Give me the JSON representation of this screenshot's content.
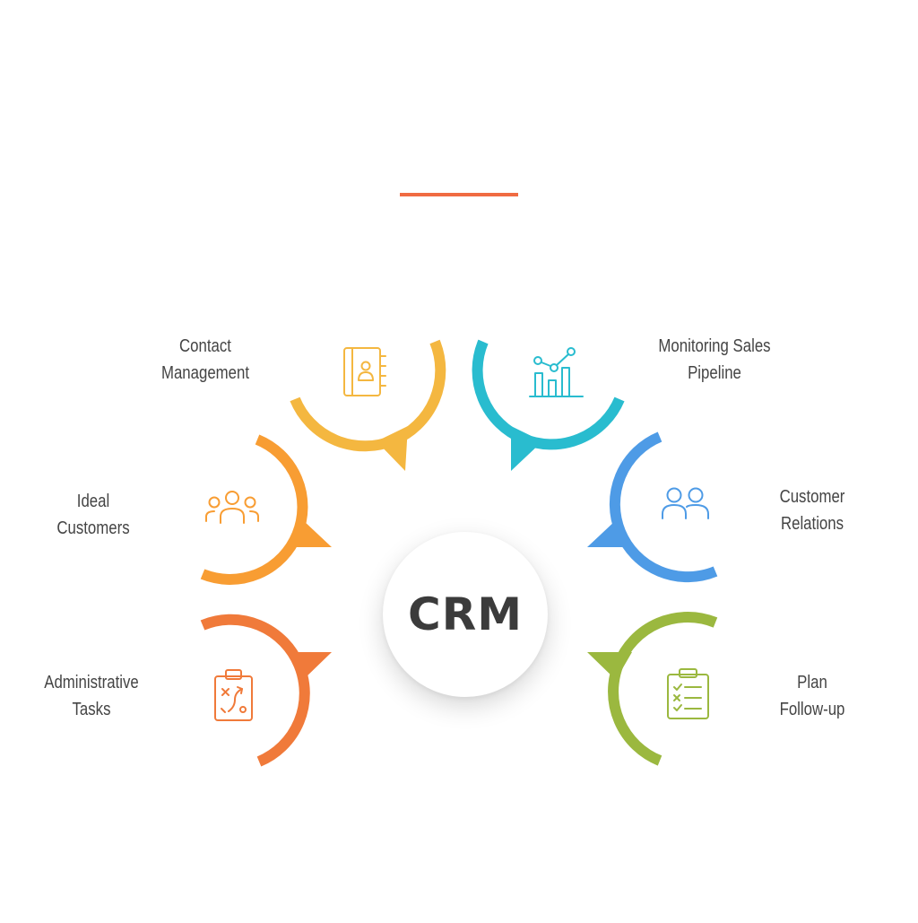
{
  "center": {
    "title": "CRM"
  },
  "colors": {
    "accent_line": "#f06b42",
    "contact": "#f4b740",
    "ideal": "#f89d33",
    "admin": "#f07a3a",
    "monitoring": "#29bccf",
    "customer": "#4e9be6",
    "plan": "#9bb83f"
  },
  "items": {
    "contact": {
      "line1": "Contact",
      "line2": "Management",
      "icon": "address-book-icon"
    },
    "ideal": {
      "line1": "Ideal",
      "line2": "Customers",
      "icon": "people-group-icon"
    },
    "admin": {
      "line1": "Administrative",
      "line2": "Tasks",
      "icon": "strategy-clipboard-icon"
    },
    "monitoring": {
      "line1": "Monitoring Sales",
      "line2": "Pipeline",
      "icon": "bar-chart-trend-icon"
    },
    "customer": {
      "line1": "Customer",
      "line2": "Relations",
      "icon": "two-people-icon"
    },
    "plan": {
      "line1": "Plan",
      "line2": "Follow-up",
      "icon": "checklist-clipboard-icon"
    }
  }
}
